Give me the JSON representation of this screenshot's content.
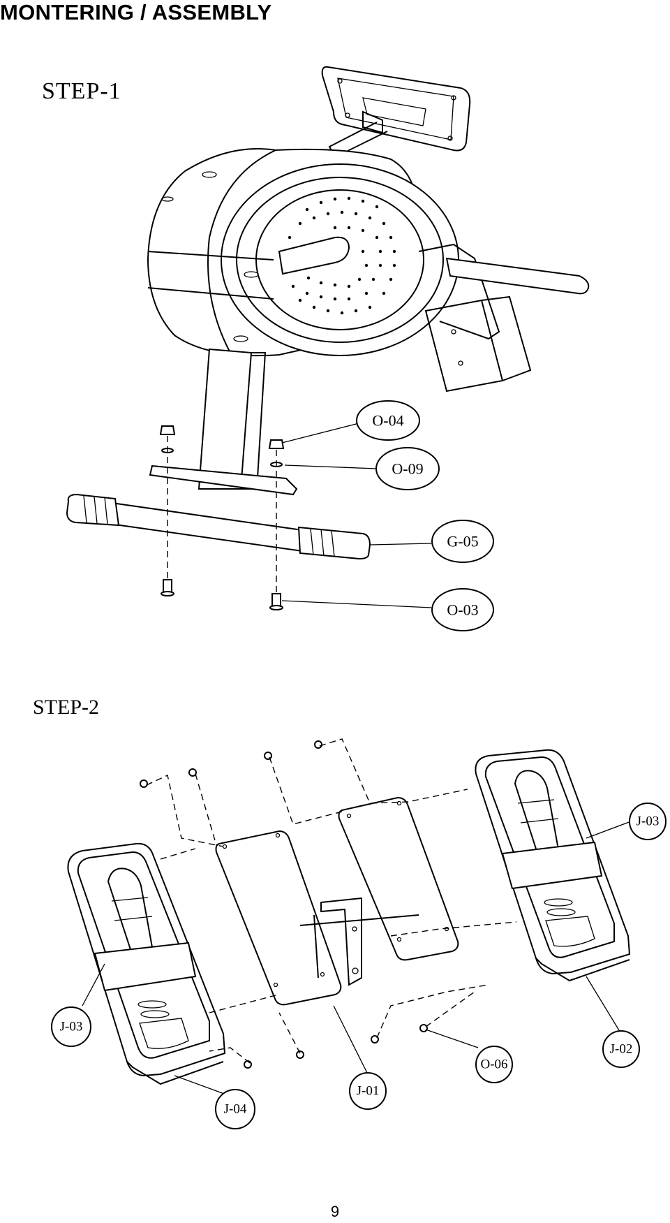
{
  "header": {
    "title": "MONTERING / ASSEMBLY"
  },
  "steps": [
    {
      "title": "STEP-1",
      "callouts": [
        {
          "label": "O-04"
        },
        {
          "label": "O-09"
        },
        {
          "label": "G-05"
        },
        {
          "label": "O-03"
        }
      ]
    },
    {
      "title": "STEP-2",
      "callouts": [
        {
          "label": "J-03"
        },
        {
          "label": "J-03"
        },
        {
          "label": "J-02"
        },
        {
          "label": "O-06"
        },
        {
          "label": "J-01"
        },
        {
          "label": "J-04"
        }
      ]
    }
  ],
  "footer": {
    "page_number": "9"
  }
}
